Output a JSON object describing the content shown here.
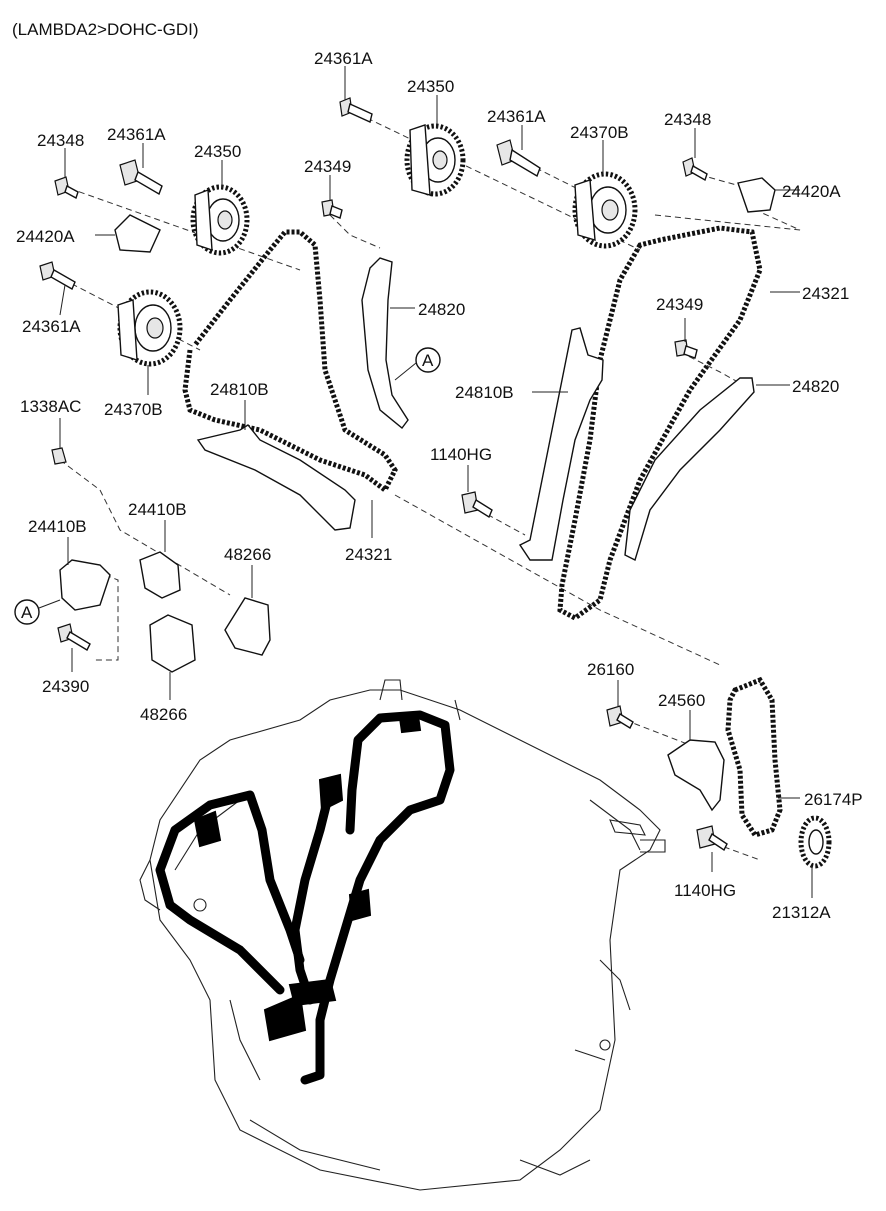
{
  "title": "(LAMBDA2>DOHC-GDI)",
  "callout_letter": "A",
  "labels": {
    "p24361A_top": "24361A",
    "p24350_top": "24350",
    "p24361A_right": "24361A",
    "p24370B_right": "24370B",
    "p24348_right": "24348",
    "p24420A_right": "24420A",
    "p24348_left": "24348",
    "p24361A_left": "24361A",
    "p24350_left": "24350",
    "p24349_left": "24349",
    "p24420A_left": "24420A",
    "p24361A_lower": "24361A",
    "p24370B_left": "24370B",
    "p24820_left": "24820",
    "p24321_right": "24321",
    "p24349_right": "24349",
    "p24820_right": "24820",
    "p24810B_right": "24810B",
    "p24810B_left": "24810B",
    "p1338AC": "1338AC",
    "p1140HG_top": "1140HG",
    "p24410B_left": "24410B",
    "p24410B_mid": "24410B",
    "p48266_right": "48266",
    "p24321_mid": "24321",
    "p24390": "24390",
    "p48266_bottom": "48266",
    "p26160": "26160",
    "p24560": "24560",
    "p26174P": "26174P",
    "p1140HG_bottom": "1140HG",
    "p21312A": "21312A"
  }
}
